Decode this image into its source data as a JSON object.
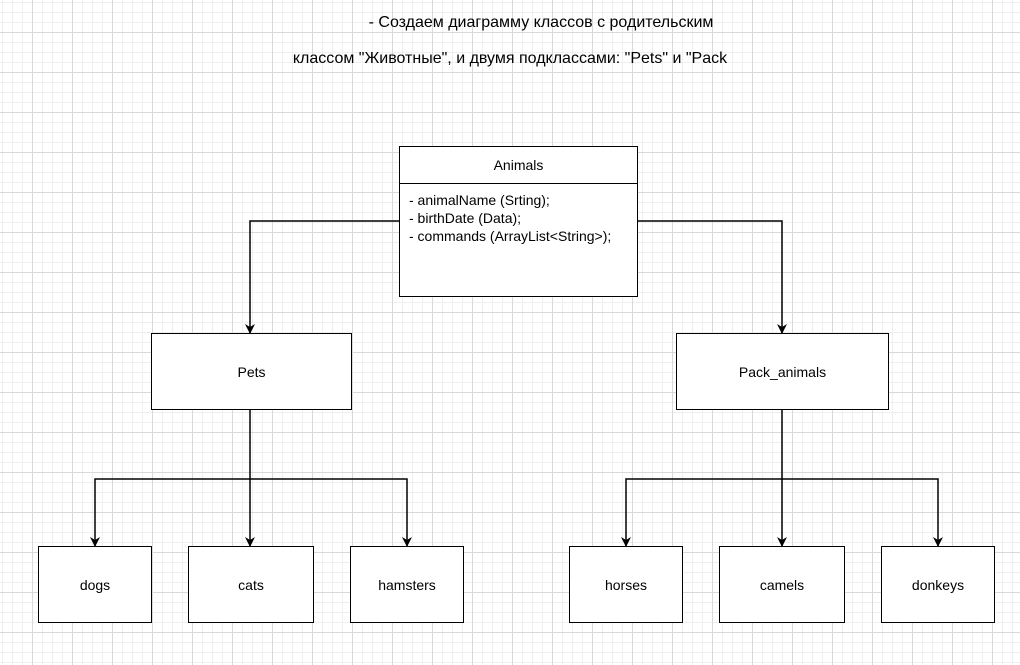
{
  "title_lines": [
    "- Создаем диаграмму классов с родительским",
    "классом \"Животные\", и двумя подклассами: \"Pets\" и \"Pack"
  ],
  "root_class": {
    "name": "Animals",
    "attributes": [
      "- animalName (Srting);",
      "- birthDate (Data);",
      "- commands (ArrayList<String>);"
    ]
  },
  "subclasses": {
    "pets": "Pets",
    "pack": "Pack_animals"
  },
  "leaves": {
    "pets": [
      "dogs",
      "cats",
      "hamsters"
    ],
    "pack": [
      "horses",
      "camels",
      "donkeys"
    ]
  }
}
